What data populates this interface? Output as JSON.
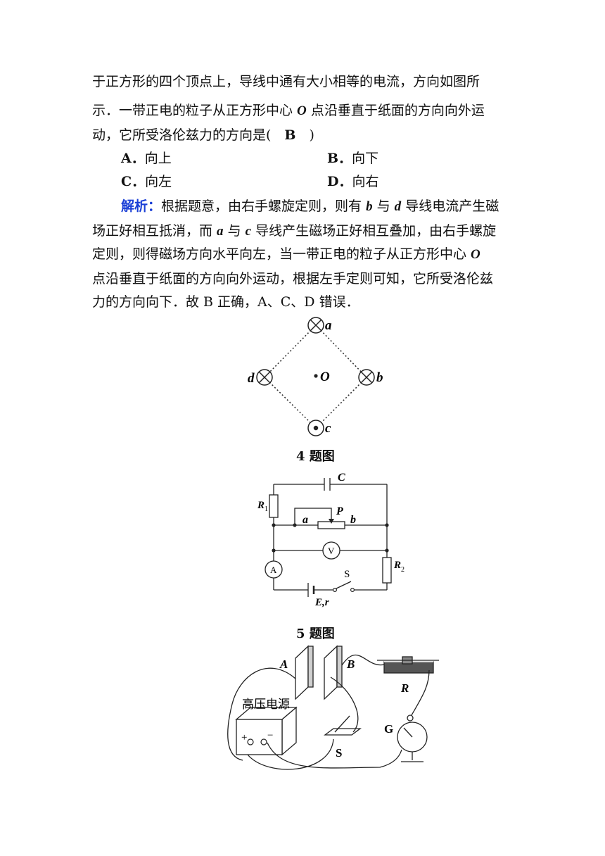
{
  "question": {
    "line1": "于正方形的四个顶点上，导线中通有大小相等的电流，方向如图所",
    "line2_a": "示．一带正电的粒子从正方形中心 ",
    "line2_O": "O",
    "line2_b": " 点沿垂直于纸面的方向向外运",
    "line3_a": "动，它所受洛伦兹力的方向是(　",
    "answer": "B",
    "line3_b": "　)"
  },
  "options": [
    {
      "letter": "A．",
      "text": "向上"
    },
    {
      "letter": "B．",
      "text": "向下"
    },
    {
      "letter": "C．",
      "text": "向左"
    },
    {
      "letter": "D．",
      "text": "向右"
    }
  ],
  "analysis": {
    "label": "解析：",
    "l1_a": "根据题意，由右手螺旋定则，则有 ",
    "l1_b": "b",
    "l1_c": " 与 ",
    "l1_d": "d",
    "l1_e": " 导线电流产生磁",
    "l2_a": "场正好相互抵消，而 ",
    "l2_b": "a",
    "l2_c": " 与 ",
    "l2_d": "c",
    "l2_e": " 导线产生磁场正好相互叠加，由右手螺旋",
    "l3_a": "定则，则得磁场方向水平向左，当一带正电的粒子从正方形中心 ",
    "l3_b": "O",
    "l4": "点沿垂直于纸面的方向向外运动，根据左手定则可知，它所受洛伦兹",
    "l5": "力的方向向下．故 B 正确，A、C、D 错误．"
  },
  "figure4": {
    "labels": {
      "a": "a",
      "b": "b",
      "c": "c",
      "d": "d",
      "O": "O"
    },
    "caption": "4 题图"
  },
  "figure5": {
    "labels": {
      "C": "C",
      "R1": "R",
      "R1_sub": "1",
      "P": "P",
      "a": "a",
      "b": "b",
      "V": "V",
      "A": "A",
      "S": "S",
      "R2": "R",
      "R2_sub": "2",
      "Er": "E,r"
    },
    "caption": "5 题图"
  },
  "figure6": {
    "labels": {
      "A": "A",
      "B": "B",
      "R": "R",
      "G": "G",
      "S": "S",
      "source": "高压电源",
      "plus": "+",
      "minus": "−"
    }
  }
}
